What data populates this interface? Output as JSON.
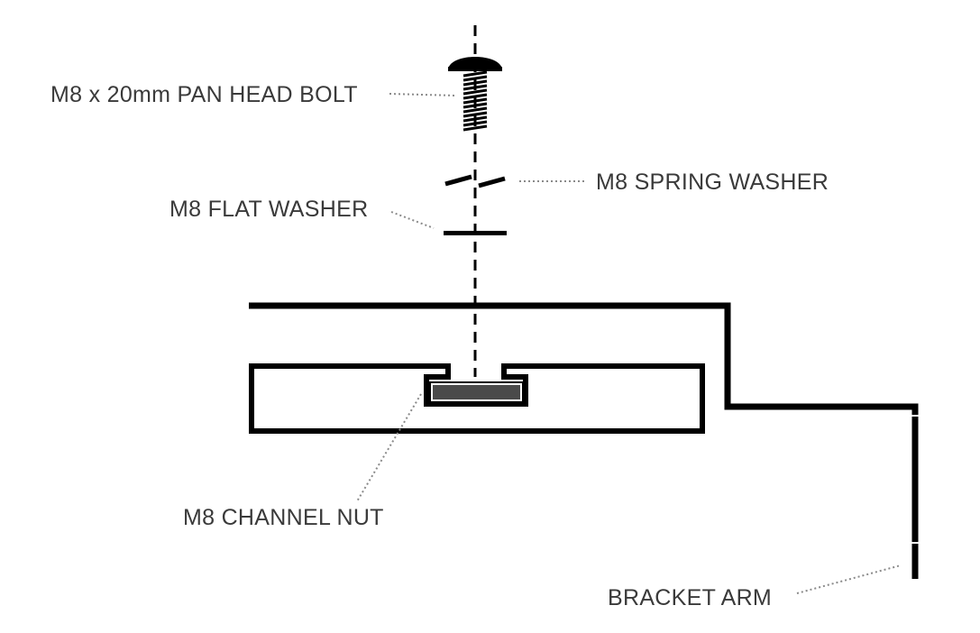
{
  "diagram": {
    "labels": {
      "bolt": "M8 x 20mm PAN HEAD BOLT",
      "spring_washer": "M8 SPRING WASHER",
      "flat_washer": "M8 FLAT WASHER",
      "channel_nut": "M8 CHANNEL NUT",
      "bracket_arm": "BRACKET ARM"
    },
    "colors": {
      "stroke": "#000000",
      "label_text": "#3a3a3a",
      "leader": "#8a8a8a",
      "nut_fill": "#4a4a4a"
    }
  }
}
